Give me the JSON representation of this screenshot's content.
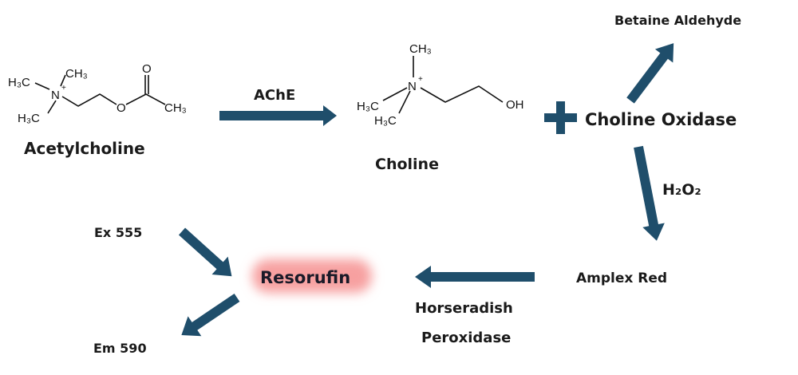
{
  "colors": {
    "arrow": "#1f4e6b",
    "glow": "#f7a0a0",
    "text": "#1a1a1a"
  },
  "acetylcholine": {
    "name": "Acetylcholine",
    "atoms": {
      "methyl_left": "H₃C",
      "methyl_top": "CH₃",
      "methyl_bottom": "H₃C",
      "nitrogen": "N",
      "charge": "+",
      "ester_oxygen": "O",
      "carbonyl_oxygen": "O",
      "acetyl_methyl": "CH₃"
    }
  },
  "enzyme_ache": "AChE",
  "choline": {
    "name": "Choline",
    "atoms": {
      "methyl_top": "CH₃",
      "methyl_left": "H₃C",
      "methyl_bottom": "H₃C",
      "nitrogen": "N",
      "charge": "+",
      "hydroxyl": "OH"
    }
  },
  "plus_icon": "plus",
  "choline_oxidase": "Choline Oxidase",
  "betaine_aldehyde": "Betaine Aldehyde",
  "h2o2": "H₂O₂",
  "amplex_red": "Amplex Red",
  "hrp": {
    "line1": "Horseradish",
    "line2": "Peroxidase"
  },
  "resorufin": "Resorufin",
  "excitation": "Ex 555",
  "emission": "Em 590"
}
